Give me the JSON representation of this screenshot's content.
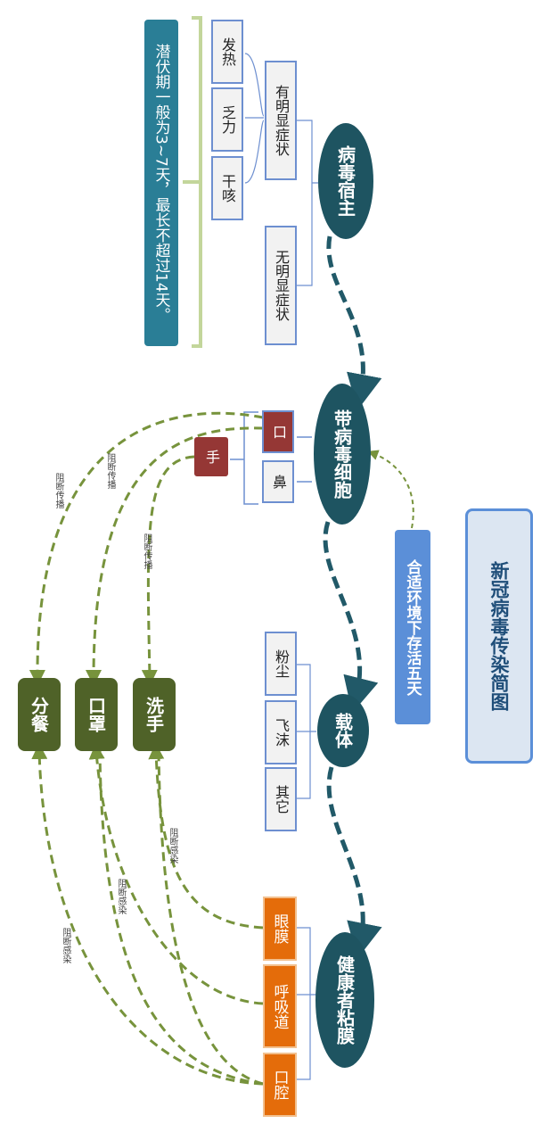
{
  "title": "新冠病毒传染简图",
  "nodes": {
    "host": "病毒宿主",
    "carrier_cell": "带病毒细胞",
    "vector": "载体",
    "healthy_mucosa": "健康者粘膜"
  },
  "host_branches": {
    "symptomatic": "有明显症状",
    "asymptomatic": "无明显症状"
  },
  "symptoms": [
    "发热",
    "乏力",
    "干咳"
  ],
  "incubation": "潜伏期一般为3~7天，最长不超过14天。",
  "cell_sources": [
    "口",
    "鼻"
  ],
  "hand": "手",
  "survival": "合适环境下存活五天",
  "vectors": [
    "粉尘",
    "飞沫",
    "其它"
  ],
  "mucosa_sites": [
    "眼膜",
    "呼吸道",
    "口腔"
  ],
  "measures": [
    "洗手",
    "口罩",
    "分餐"
  ],
  "edge_labels": {
    "block_transmission": "阻断传播",
    "block_infection": "阻断感染"
  },
  "colors": {
    "node": "#1e5461",
    "dashed_green": "#77933c",
    "dashed_teal": "#215968",
    "bracket": "#6d8fd0",
    "measure": "#4f6228",
    "orange": "#e46c0a",
    "red": "#953735"
  }
}
